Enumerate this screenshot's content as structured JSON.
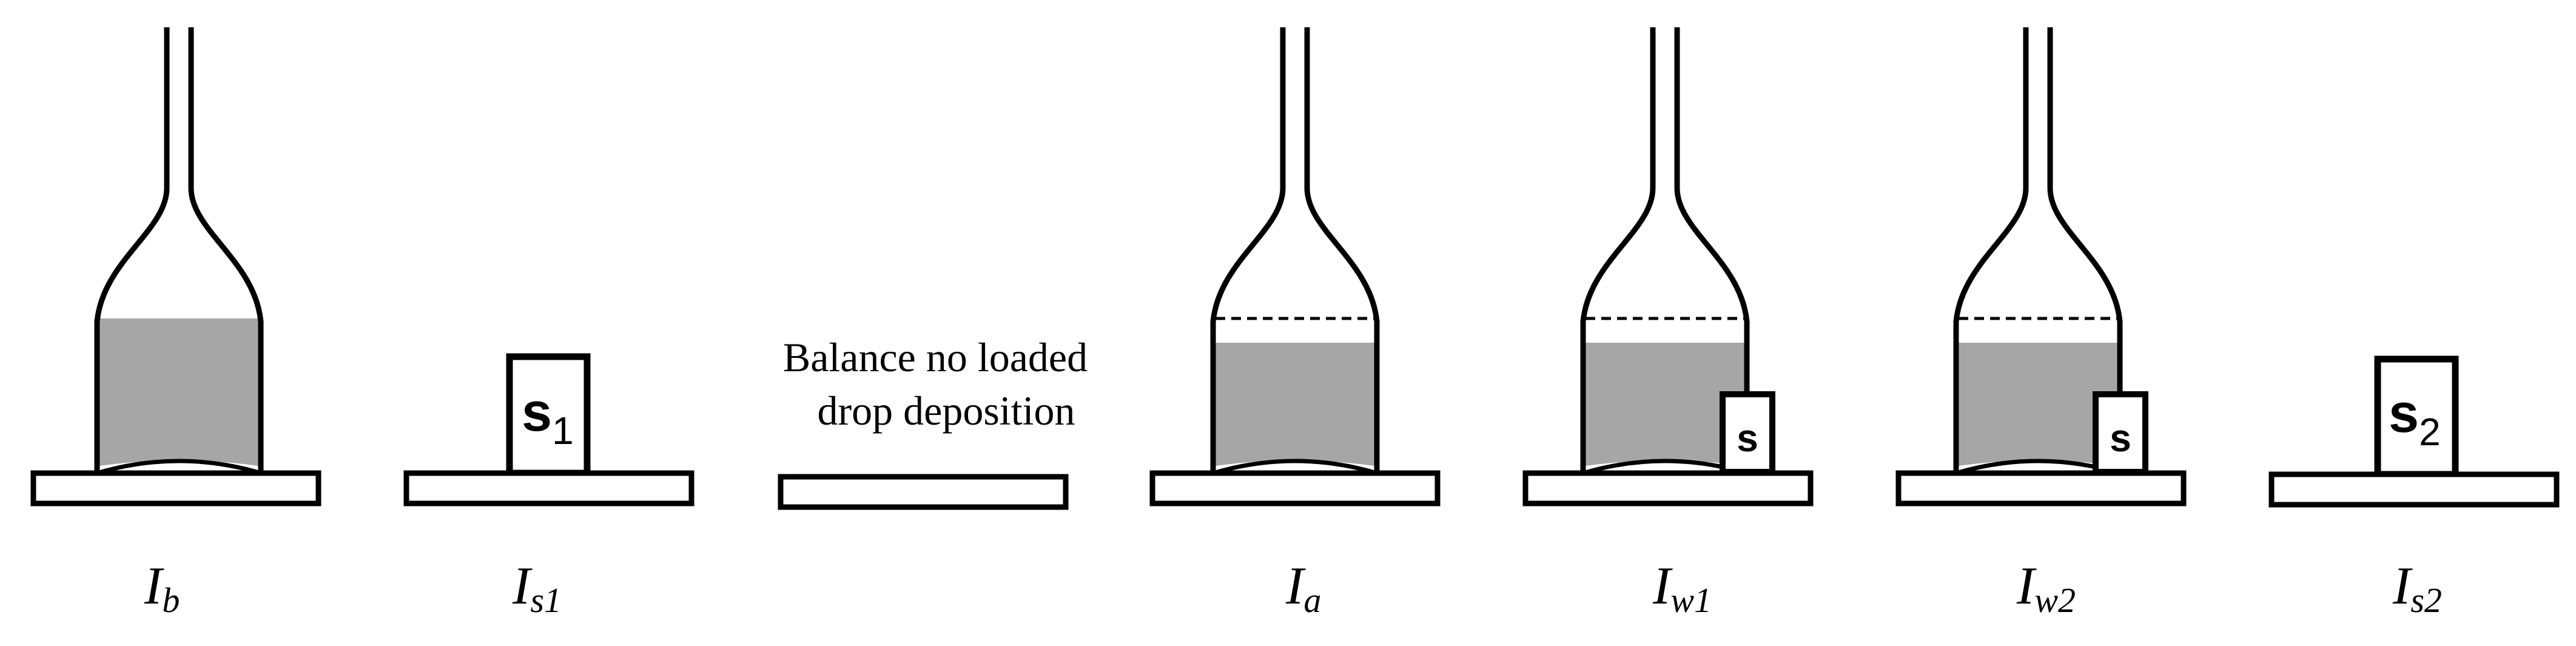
{
  "colors": {
    "stroke": "#000000",
    "liquid": "#a6a6a6",
    "background": "#ffffff"
  },
  "panels": [
    {
      "id": "Ib",
      "caption_main": "I",
      "caption_sub": "b"
    },
    {
      "id": "Is1",
      "caption_main": "I",
      "caption_sub": "s1",
      "sample_main": "s",
      "sample_sub": "1"
    },
    {
      "id": "balance",
      "note_line1": "Balance no loaded",
      "note_line2": "drop deposition"
    },
    {
      "id": "Ia",
      "caption_main": "I",
      "caption_sub": "a"
    },
    {
      "id": "Iw1",
      "caption_main": "I",
      "caption_sub": "w1",
      "sample_main": "s"
    },
    {
      "id": "Iw2",
      "caption_main": "I",
      "caption_sub": "w2",
      "sample_main": "s"
    },
    {
      "id": "Is2",
      "caption_main": "I",
      "caption_sub": "s2",
      "sample_main": "s",
      "sample_sub": "2"
    }
  ]
}
